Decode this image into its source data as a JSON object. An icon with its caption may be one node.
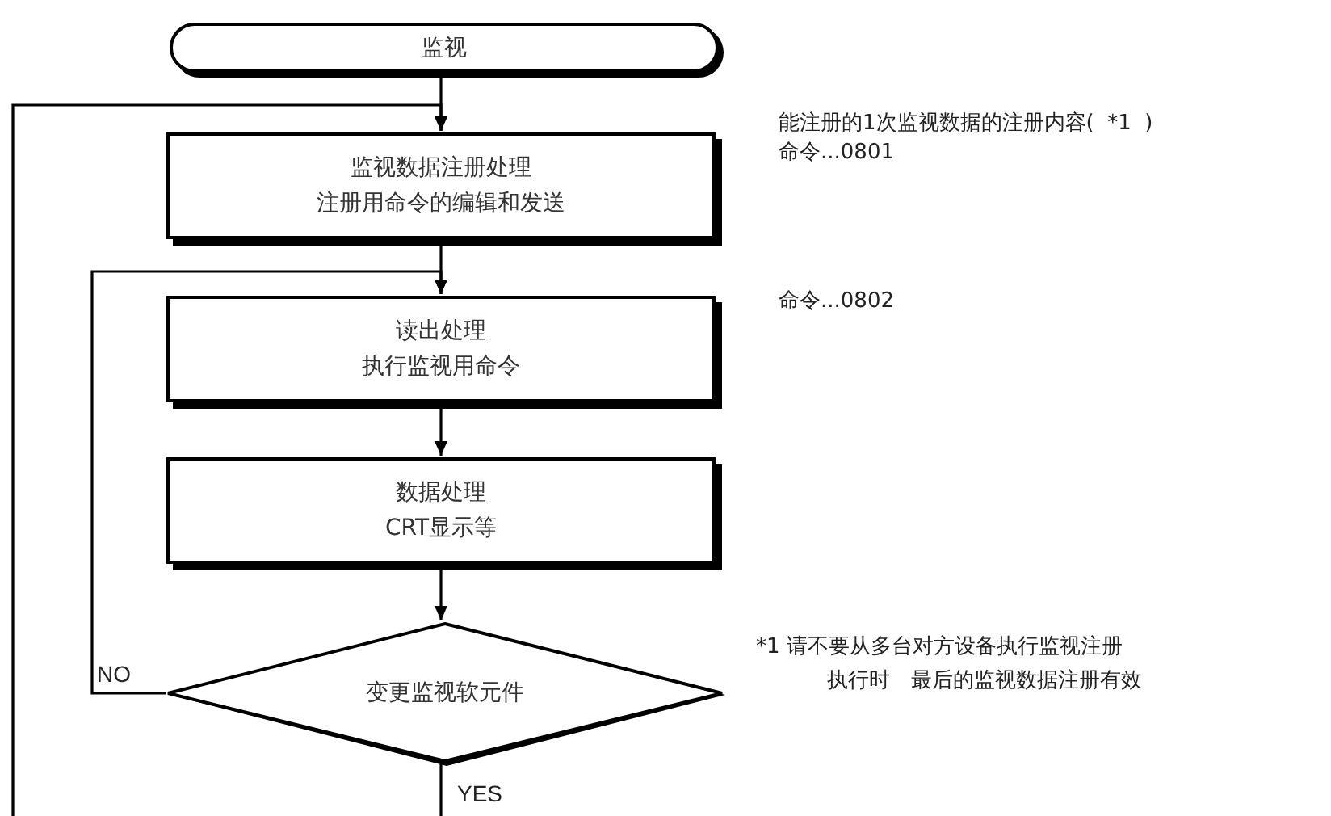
{
  "diagram": {
    "nodes": [
      {
        "text": [
          "监视"
        ]
      },
      {
        "text": [
          "监视数据注册处理",
          "注册用命令的编辑和发送"
        ]
      },
      {
        "text": [
          "读出处理",
          "执行监视用命令"
        ]
      },
      {
        "text": [
          "数据处理",
          "CRT显示等"
        ]
      },
      {
        "text": [
          "变更监视软元件"
        ]
      }
    ],
    "edges": [
      {
        "from": 0,
        "to": 1,
        "arrow": "to"
      },
      {
        "from": 1,
        "to": 2,
        "arrow": "to"
      },
      {
        "from": 2,
        "to": 3,
        "arrow": "to"
      },
      {
        "from": 3,
        "to": 4,
        "arrow": "to"
      },
      {
        "from": 4,
        "to": 2,
        "arrow": "to",
        "label": "NO"
      },
      {
        "from": 4,
        "to": null,
        "arrow": "none",
        "label": "YES"
      },
      {
        "from": null,
        "to": 1,
        "arrow": "to"
      }
    ],
    "labels": [
      "能注册的1次监视数据的注册内容(  *1  )",
      "命令...0801",
      "命令...0802",
      "*1 请不要从多台对方设备执行监视注册",
      "执行时　最后的监视数据注册有效"
    ]
  }
}
